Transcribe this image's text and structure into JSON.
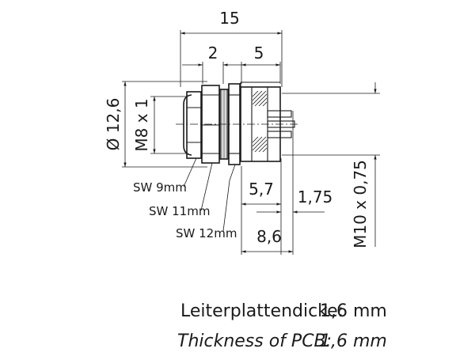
{
  "dimensions": {
    "overall_length": "15",
    "nut_width": "2",
    "housing_length": "5",
    "diameter": "Ø 12,6",
    "inner_thread": "M8 x 1",
    "outer_thread": "M10 x 0,75",
    "pcb_offset": "5,7",
    "pin_length": "1,75",
    "total_depth": "8,6"
  },
  "wrench_sizes": {
    "sw1": "SW 9mm",
    "sw2": "SW 11mm",
    "sw3": "SW 12mm"
  },
  "notes": {
    "label_de": "Leiterplattendicke:",
    "value_de": "1,6 mm",
    "label_en": "Thickness of PCB:",
    "value_en": "1,6 mm"
  }
}
